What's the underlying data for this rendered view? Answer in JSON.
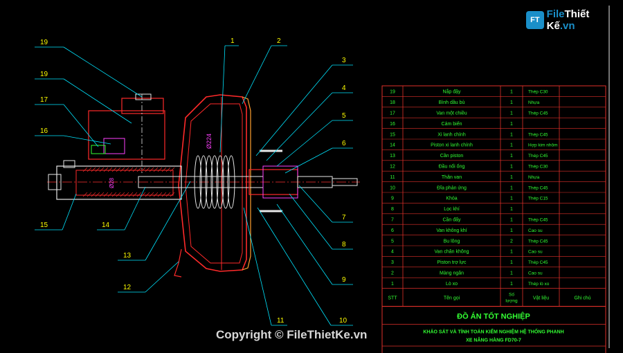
{
  "watermark": {
    "logo_mark": "FT",
    "logo_part1": "File",
    "logo_part2": "Thiết Kế",
    "logo_part3": ".vn",
    "copyright": "Copyright © FileThietKe.vn"
  },
  "callouts": [
    "19",
    "19",
    "17",
    "16",
    "15",
    "14",
    "13",
    "12",
    "1",
    "2",
    "3",
    "4",
    "5",
    "6",
    "7",
    "8",
    "9",
    "10",
    "11"
  ],
  "dimensions": [
    "Ø224",
    "Ø28"
  ],
  "parts_table": {
    "rows": [
      {
        "no": "19",
        "name": "Nắp đậy",
        "qty": "1",
        "material": "Thép C30"
      },
      {
        "no": "18",
        "name": "Bình dầu bù",
        "qty": "1",
        "material": "Nhựa"
      },
      {
        "no": "17",
        "name": "Van một chiều",
        "qty": "1",
        "material": "Thép C45"
      },
      {
        "no": "16",
        "name": "Cảm biến",
        "qty": "1",
        "material": ""
      },
      {
        "no": "15",
        "name": "Xi lanh chính",
        "qty": "1",
        "material": "Thép C45"
      },
      {
        "no": "14",
        "name": "Piston xi lanh chính",
        "qty": "1",
        "material": "Hợp kim nhôm"
      },
      {
        "no": "13",
        "name": "Cần piston",
        "qty": "1",
        "material": "Thép C45"
      },
      {
        "no": "12",
        "name": "Đầu nối ống",
        "qty": "1",
        "material": "Thép C30"
      },
      {
        "no": "11",
        "name": "Thân van",
        "qty": "1",
        "material": "Nhựa"
      },
      {
        "no": "10",
        "name": "Đĩa phản ứng",
        "qty": "1",
        "material": "Thép C45"
      },
      {
        "no": "9",
        "name": "Khóa",
        "qty": "1",
        "material": "Thép C15"
      },
      {
        "no": "8",
        "name": "Lọc khí",
        "qty": "1",
        "material": ""
      },
      {
        "no": "7",
        "name": "Cần đẩy",
        "qty": "1",
        "material": "Thép C45"
      },
      {
        "no": "6",
        "name": "Van không khí",
        "qty": "1",
        "material": "Cao su"
      },
      {
        "no": "5",
        "name": "Bu lông",
        "qty": "2",
        "material": "Thép C45"
      },
      {
        "no": "4",
        "name": "Van chân không",
        "qty": "1",
        "material": "Cao su"
      },
      {
        "no": "3",
        "name": "Piston trợ lực",
        "qty": "1",
        "material": "Thép C45"
      },
      {
        "no": "2",
        "name": "Màng ngăn",
        "qty": "1",
        "material": "Cao su"
      },
      {
        "no": "1",
        "name": "Lò xo",
        "qty": "1",
        "material": "Thép lò xo"
      }
    ],
    "header": {
      "no": "STT",
      "name": "Tên gọi",
      "qty_line1": "Số",
      "qty_line2": "lượng",
      "material": "Vật liệu",
      "note": "Ghi chú"
    }
  },
  "title_block": {
    "title": "ĐỒ ÁN TỐT NGHIỆP",
    "subtitle_line1": "KHẢO SÁT VÀ TÍNH TOÁN KIỂM NGHIỆM HỆ THỐNG PHANH",
    "subtitle_line2": "XE NÂNG HÀNG FD70-7"
  },
  "colors": {
    "table_line": "#e0302a",
    "table_text": "#33ff33",
    "callout_text": "#ffff00",
    "leader": "#00e5ff",
    "part_red": "#ff2a2a",
    "part_white": "#e8e8e8",
    "part_magenta": "#ff40ff",
    "part_green": "#33ff33"
  }
}
